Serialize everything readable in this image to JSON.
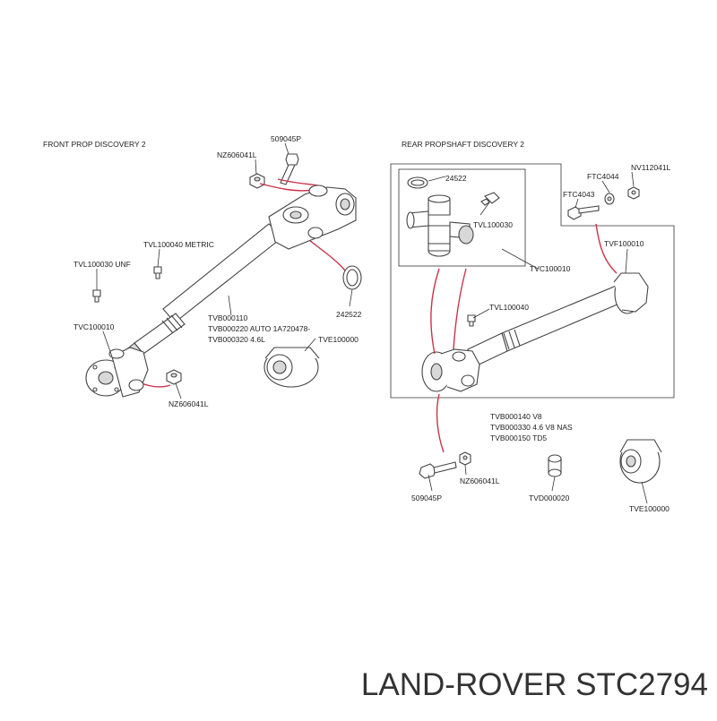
{
  "brand": "LAND-ROVER STC2794",
  "front": {
    "title": "FRONT PROP DISCOVERY 2",
    "labels": {
      "p509045p": "509045P",
      "nz_top": "NZ606041L",
      "tvl100040": "TVL100040 METRIC",
      "tvl100030": "TVL100030 UNF",
      "tvc100010": "TVC100010",
      "tvb_1": "TVB000110",
      "tvb_2": "TVB000220 AUTO 1A720478-",
      "tvb_3": "TVB000320 4.6L",
      "p242522": "242522",
      "tve100000": "TVE100000",
      "nz_bottom": "NZ606041L"
    }
  },
  "rear": {
    "title": "REAR PROPSHAFT DISCOVERY 2",
    "labels": {
      "p24522": "24522",
      "tvl100030": "TVL100030",
      "tvc100010": "TVC100010",
      "ftc4044": "FTC4044",
      "nv112041l": "NV112041L",
      "ftc4043": "FTC4043",
      "tvf100010": "TVF100010",
      "tvl100040": "TVL100040",
      "tvb_1": "TVB000140 V8",
      "tvb_2": "TVB000330 4.6 V8 NAS",
      "tvb_3": "TVB000150 TD5",
      "p509045p": "509045P",
      "nz": "NZ606041L",
      "tvd000020": "TVD000020",
      "tve100000": "TVE100000"
    }
  }
}
